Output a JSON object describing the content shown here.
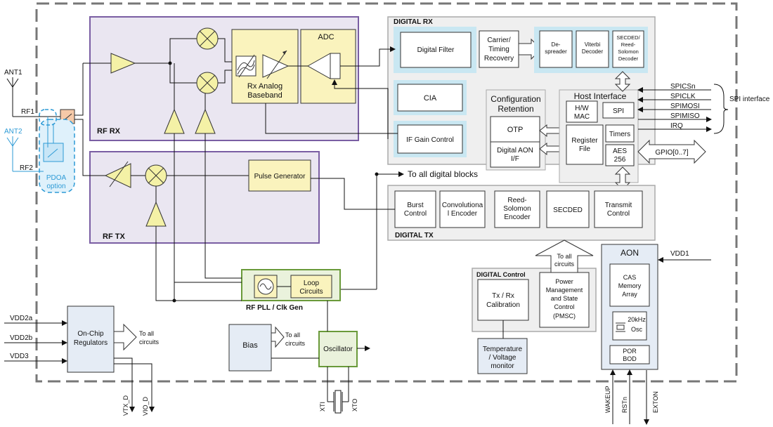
{
  "ports": {
    "ant1": "ANT1",
    "rf1": "RF1",
    "ant2": "ANT2",
    "rf2": "RF2",
    "pdoa_line1": "PDOA",
    "pdoa_line2": "option",
    "vdd2a": "VDD2a",
    "vdd2b": "VDD2b",
    "vdd3": "VDD3",
    "vtx_d": "VTX_D",
    "vio_d": "VIO_D",
    "xti": "XTI",
    "xto": "XTO",
    "vdd1": "VDD1",
    "wakeup": "WAKEUP",
    "rstn": "RSTn",
    "exton": "EXTON"
  },
  "rf_rx": {
    "title": "RF RX",
    "adc": "ADC",
    "baseband_line1": "Rx Analog",
    "baseband_line2": "Baseband"
  },
  "rf_tx": {
    "title": "RF TX",
    "pulse_generator": "Pulse Generator"
  },
  "digital_rx": {
    "title": "DIGITAL RX",
    "digital_filter": "Digital Filter",
    "carrier_line1": "Carrier/",
    "carrier_line2": "Timing",
    "carrier_line3": "Recovery",
    "despreader_line1": "De-",
    "despreader_line2": "spreader",
    "viterbi_line1": "Viterbi",
    "viterbi_line2": "Decoder",
    "secded_line1": "SECDED/",
    "secded_line2": "Reed-",
    "secded_line3": "Solomon",
    "secded_line4": "Decoder",
    "cia": "CIA",
    "if_gain": "IF Gain Control"
  },
  "config_retention": {
    "title_line1": "Configuration",
    "title_line2": "Retention",
    "otp": "OTP",
    "aon_if_line1": "Digital AON",
    "aon_if_line2": "I/F"
  },
  "host_interface": {
    "title": "Host Interface",
    "hw_mac_line1": "H/W",
    "hw_mac_line2": "MAC",
    "spi": "SPI",
    "register_file_line1": "Register",
    "register_file_line2": "File",
    "timers": "Timers",
    "aes_line1": "AES",
    "aes_line2": "256"
  },
  "spi_signals": {
    "spicsn": "SPICSn",
    "spiclk": "SPICLK",
    "spimosi": "SPIMOSI",
    "spimiso": "SPIMISO",
    "irq": "IRQ",
    "spi_interface": "SPI interface",
    "gpio": "GPIO[0..7]"
  },
  "digital_tx": {
    "title": "DIGITAL TX",
    "burst_line1": "Burst",
    "burst_line2": "Control",
    "conv_line1": "Convolutiona",
    "conv_line2": "l Encoder",
    "rs_line1": "Reed-",
    "rs_line2": "Solomon",
    "rs_line3": "Encoder",
    "secded": "SECDED",
    "transmit_line1": "Transmit",
    "transmit_line2": "Control"
  },
  "misc": {
    "to_all_digital": "To all digital blocks",
    "to_all_line1": "To all",
    "to_all_line2": "circuits"
  },
  "digital_control": {
    "title": "DIGITAL Control",
    "txrx_line1": "Tx / Rx",
    "txrx_line2": "Calibration",
    "pmsc_line1": "Power",
    "pmsc_line2": "Management",
    "pmsc_line3": "and State",
    "pmsc_line4": "Control",
    "pmsc_line5": "(PMSC)",
    "temp_line1": "Temperature",
    "temp_line2": "/ Voltage",
    "temp_line3": "monitor"
  },
  "aon": {
    "title": "AON",
    "cas_line1": "CAS",
    "cas_line2": "Memory",
    "cas_line3": "Array",
    "osc_line1": "20kHz",
    "osc_line2": "Osc",
    "por_line1": "POR",
    "por_line2": "BOD"
  },
  "rf_pll": {
    "title": "RF PLL / Clk Gen",
    "loop_line1": "Loop",
    "loop_line2": "Circuits"
  },
  "power": {
    "regulators_line1": "On-Chip",
    "regulators_line2": "Regulators",
    "bias": "Bias",
    "oscillator": "Oscillator"
  }
}
